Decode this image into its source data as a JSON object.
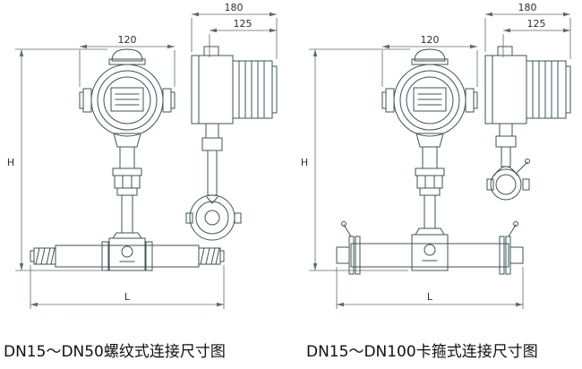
{
  "page": {
    "background": "#ffffff"
  },
  "drawing": {
    "line_color": "#3e5454",
    "dimension_color": "#5b6b6b",
    "left_view": {
      "caption": "DN15～DN50螺纹式连接尺寸图",
      "front": {
        "width_dim": "120",
        "height_dim": "H",
        "length_dim": "L"
      },
      "side": {
        "overall_width_dim": "180",
        "housing_width_dim": "125"
      }
    },
    "right_view": {
      "caption": "DN15～DN100卡箍式连接尺寸图",
      "front": {
        "width_dim": "120",
        "height_dim": "H",
        "length_dim": "L"
      },
      "side": {
        "overall_width_dim": "180",
        "housing_width_dim": "125"
      }
    }
  }
}
